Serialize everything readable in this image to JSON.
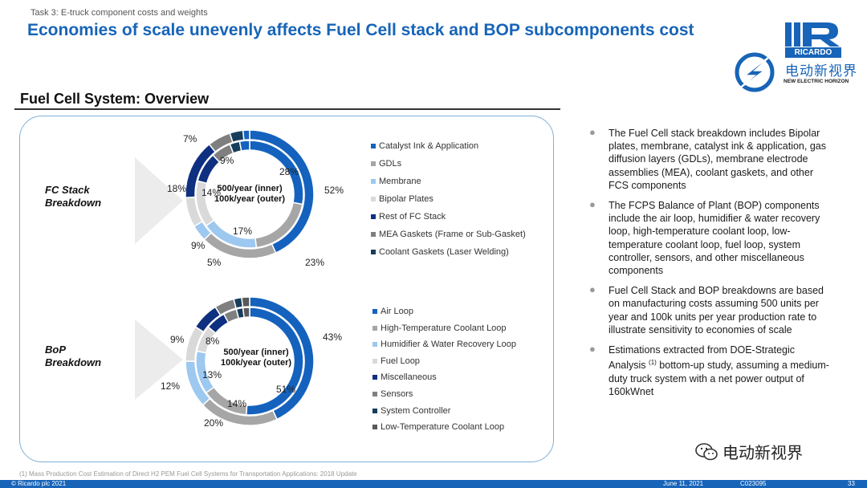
{
  "header": {
    "task": "Task 3: E-truck component costs and weights",
    "title": "Economies of scale unevenly affects Fuel Cell stack and BOP subcomponents cost",
    "section": "Fuel Cell System: Overview"
  },
  "logos": {
    "ricardo": "RICARDO",
    "neh_cn": "电动新视界",
    "neh_en": "NEW ELECTRIC HORIZON"
  },
  "fc_stack": {
    "label_line1": "FC Stack",
    "label_line2": "Breakdown",
    "center_line1": "500/year (inner)",
    "center_line2": "100k/year (outer)",
    "legend": [
      {
        "label": "Catalyst Ink & Application",
        "color": "#1462be"
      },
      {
        "label": "GDLs",
        "color": "#a6a6a6"
      },
      {
        "label": "Membrane",
        "color": "#9dc8f0"
      },
      {
        "label": "Bipolar Plates",
        "color": "#d9d9d9"
      },
      {
        "label": "Rest of FC Stack",
        "color": "#0f2f80"
      },
      {
        "label": "MEA Gaskets (Frame or Sub-Gasket)",
        "color": "#7f7f7f"
      },
      {
        "label": "Coolant Gaskets (Laser Welding)",
        "color": "#173d5c"
      }
    ],
    "outer": [
      52,
      23,
      5,
      9,
      18,
      7,
      4,
      2
    ],
    "inner": [
      28,
      20,
      17,
      14,
      9,
      6,
      3,
      3
    ],
    "labels": {
      "o1": "52%",
      "o2": "23%",
      "o3": "5%",
      "o4": "9%",
      "o5": "18%",
      "o6": "7%",
      "i1": "28%",
      "i2": "17%",
      "i3": "14%",
      "i4": "9%"
    }
  },
  "bop": {
    "label_line1": "BoP",
    "label_line2": "Breakdown",
    "center_line1": "500/year (inner)",
    "center_line2": "100k/year (outer)",
    "legend": [
      {
        "label": "Air Loop",
        "color": "#1462be"
      },
      {
        "label": "High-Temperature Coolant Loop",
        "color": "#a6a6a6"
      },
      {
        "label": "Humidifier & Water Recovery Loop",
        "color": "#9dc8f0"
      },
      {
        "label": "Fuel Loop",
        "color": "#d9d9d9"
      },
      {
        "label": "Miscellaneous",
        "color": "#0f2f80"
      },
      {
        "label": "Sensors",
        "color": "#7f7f7f"
      },
      {
        "label": "System Controller",
        "color": "#173d5c"
      },
      {
        "label": "Low-Temperature Coolant Loop",
        "color": "#595959"
      }
    ],
    "outer": [
      43,
      20,
      12,
      9,
      7,
      5,
      2,
      2
    ],
    "inner": [
      51,
      14,
      13,
      8,
      6,
      4,
      2,
      2
    ],
    "labels": {
      "o1": "43%",
      "o2": "20%",
      "o3": "12%",
      "o4": "9%",
      "i1": "51%",
      "i2": "14%",
      "i3": "13%",
      "i4": "8%"
    }
  },
  "bullets": [
    "The Fuel Cell stack breakdown includes Bipolar plates, membrane, catalyst ink & application, gas diffusion layers (GDLs), membrane electrode assemblies (MEA), coolant gaskets, and other FCS components",
    "The FCPS Balance of Plant (BOP) components include the air loop, humidifier & water recovery loop, high-temperature coolant loop, low-temperature coolant loop, fuel loop, system controller, sensors, and other miscellaneous components",
    "Fuel Cell Stack and BOP breakdowns are based on manufacturing costs assuming 500 units per year and 100k units per year production rate to illustrate sensitivity to economies of scale"
  ],
  "bullet4": {
    "pre": "Estimations extracted from DOE-Strategic Analysis ",
    "sup": "(1)",
    "post": " bottom-up study, assuming a medium-duty truck system with a net power output of 160kWnet"
  },
  "footnote": "(1)  Mass Production Cost Estimation of Direct H2 PEM Fuel Cell Systems for Transportation Applications: 2018 Update",
  "footer": {
    "copyright": "© Ricardo plc 2021",
    "date": "June 11,  2021",
    "code": "C023095",
    "page": "33"
  },
  "watermark": "电动新视界"
}
